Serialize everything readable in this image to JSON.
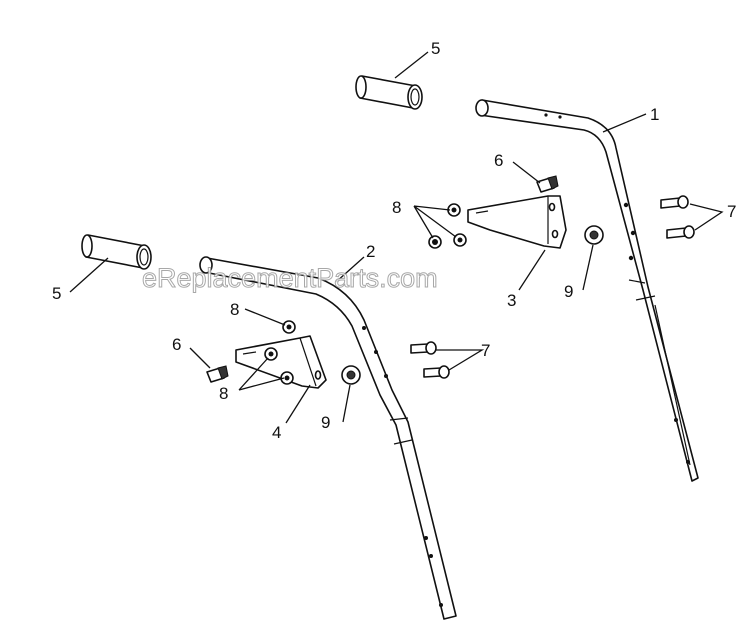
{
  "watermark": "eReplacementParts.com",
  "callouts": {
    "c1": "1",
    "c2": "2",
    "c3": "3",
    "c4": "4",
    "c5a": "5",
    "c5b": "5",
    "c6a": "6",
    "c6b": "6",
    "c7a": "7",
    "c7b": "7",
    "c8a": "8",
    "c8b": "8",
    "c8c": "8",
    "c9a": "9",
    "c9b": "9"
  }
}
